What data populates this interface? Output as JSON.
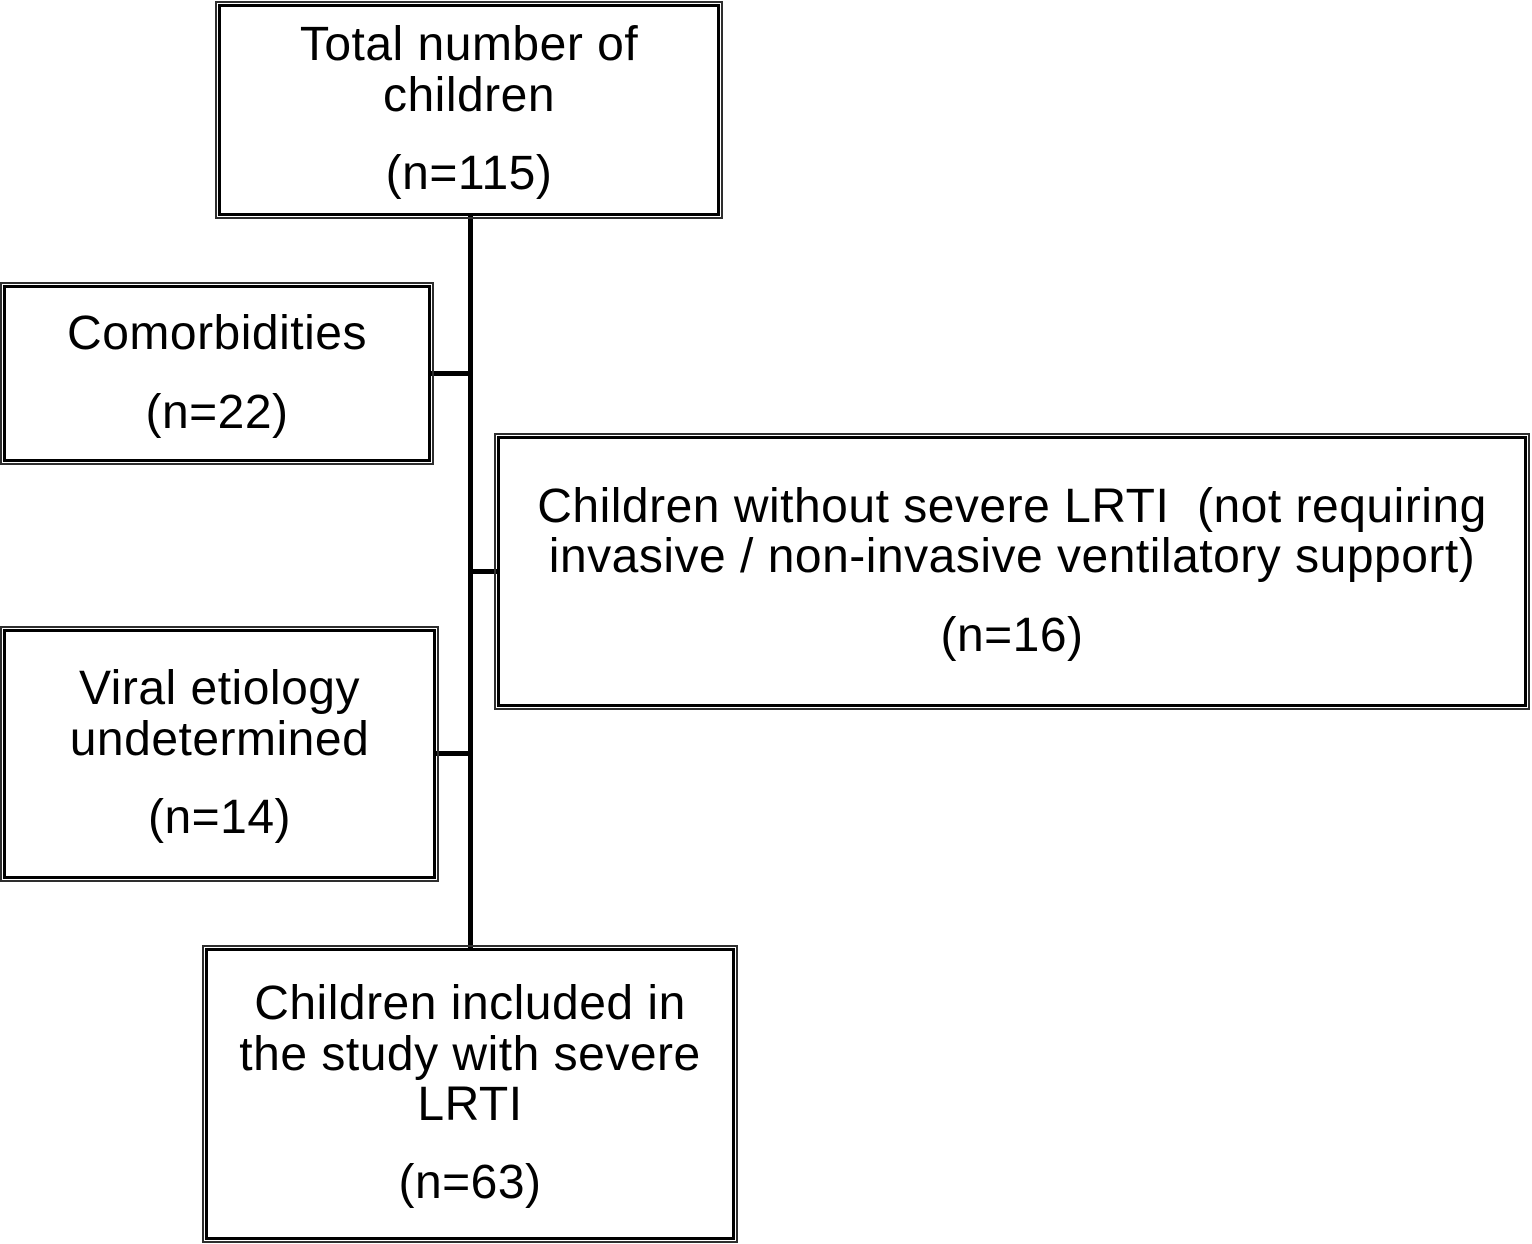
{
  "diagram": {
    "type": "flowchart",
    "colors": {
      "background": "#ffffff",
      "box_fill": "#ffffff",
      "box_border": "#000000",
      "text": "#000000",
      "connector": "#000000"
    },
    "boxes": {
      "total": {
        "label": "Total number of\nchildren",
        "n": "(n=115)"
      },
      "comorbidities": {
        "label": "Comorbidities",
        "n": "(n=22)"
      },
      "not_severe": {
        "label": "Children without severe LRTI  (not requiring\ninvasive / non-invasive ventilatory support)",
        "n": "(n=16)"
      },
      "viral_undetermined": {
        "label": "Viral etiology\nundetermined",
        "n": "(n=14)"
      },
      "included": {
        "label": "Children included in\nthe study with severe\nLRTI",
        "n": "(n=63)"
      }
    },
    "edges": [
      {
        "from": "total",
        "to": "included",
        "style": "vertical-trunk"
      },
      {
        "from": "trunk",
        "to": "comorbidities",
        "style": "horizontal-branch"
      },
      {
        "from": "trunk",
        "to": "not_severe",
        "style": "horizontal-branch"
      },
      {
        "from": "trunk",
        "to": "viral_undetermined",
        "style": "horizontal-branch"
      }
    ]
  }
}
